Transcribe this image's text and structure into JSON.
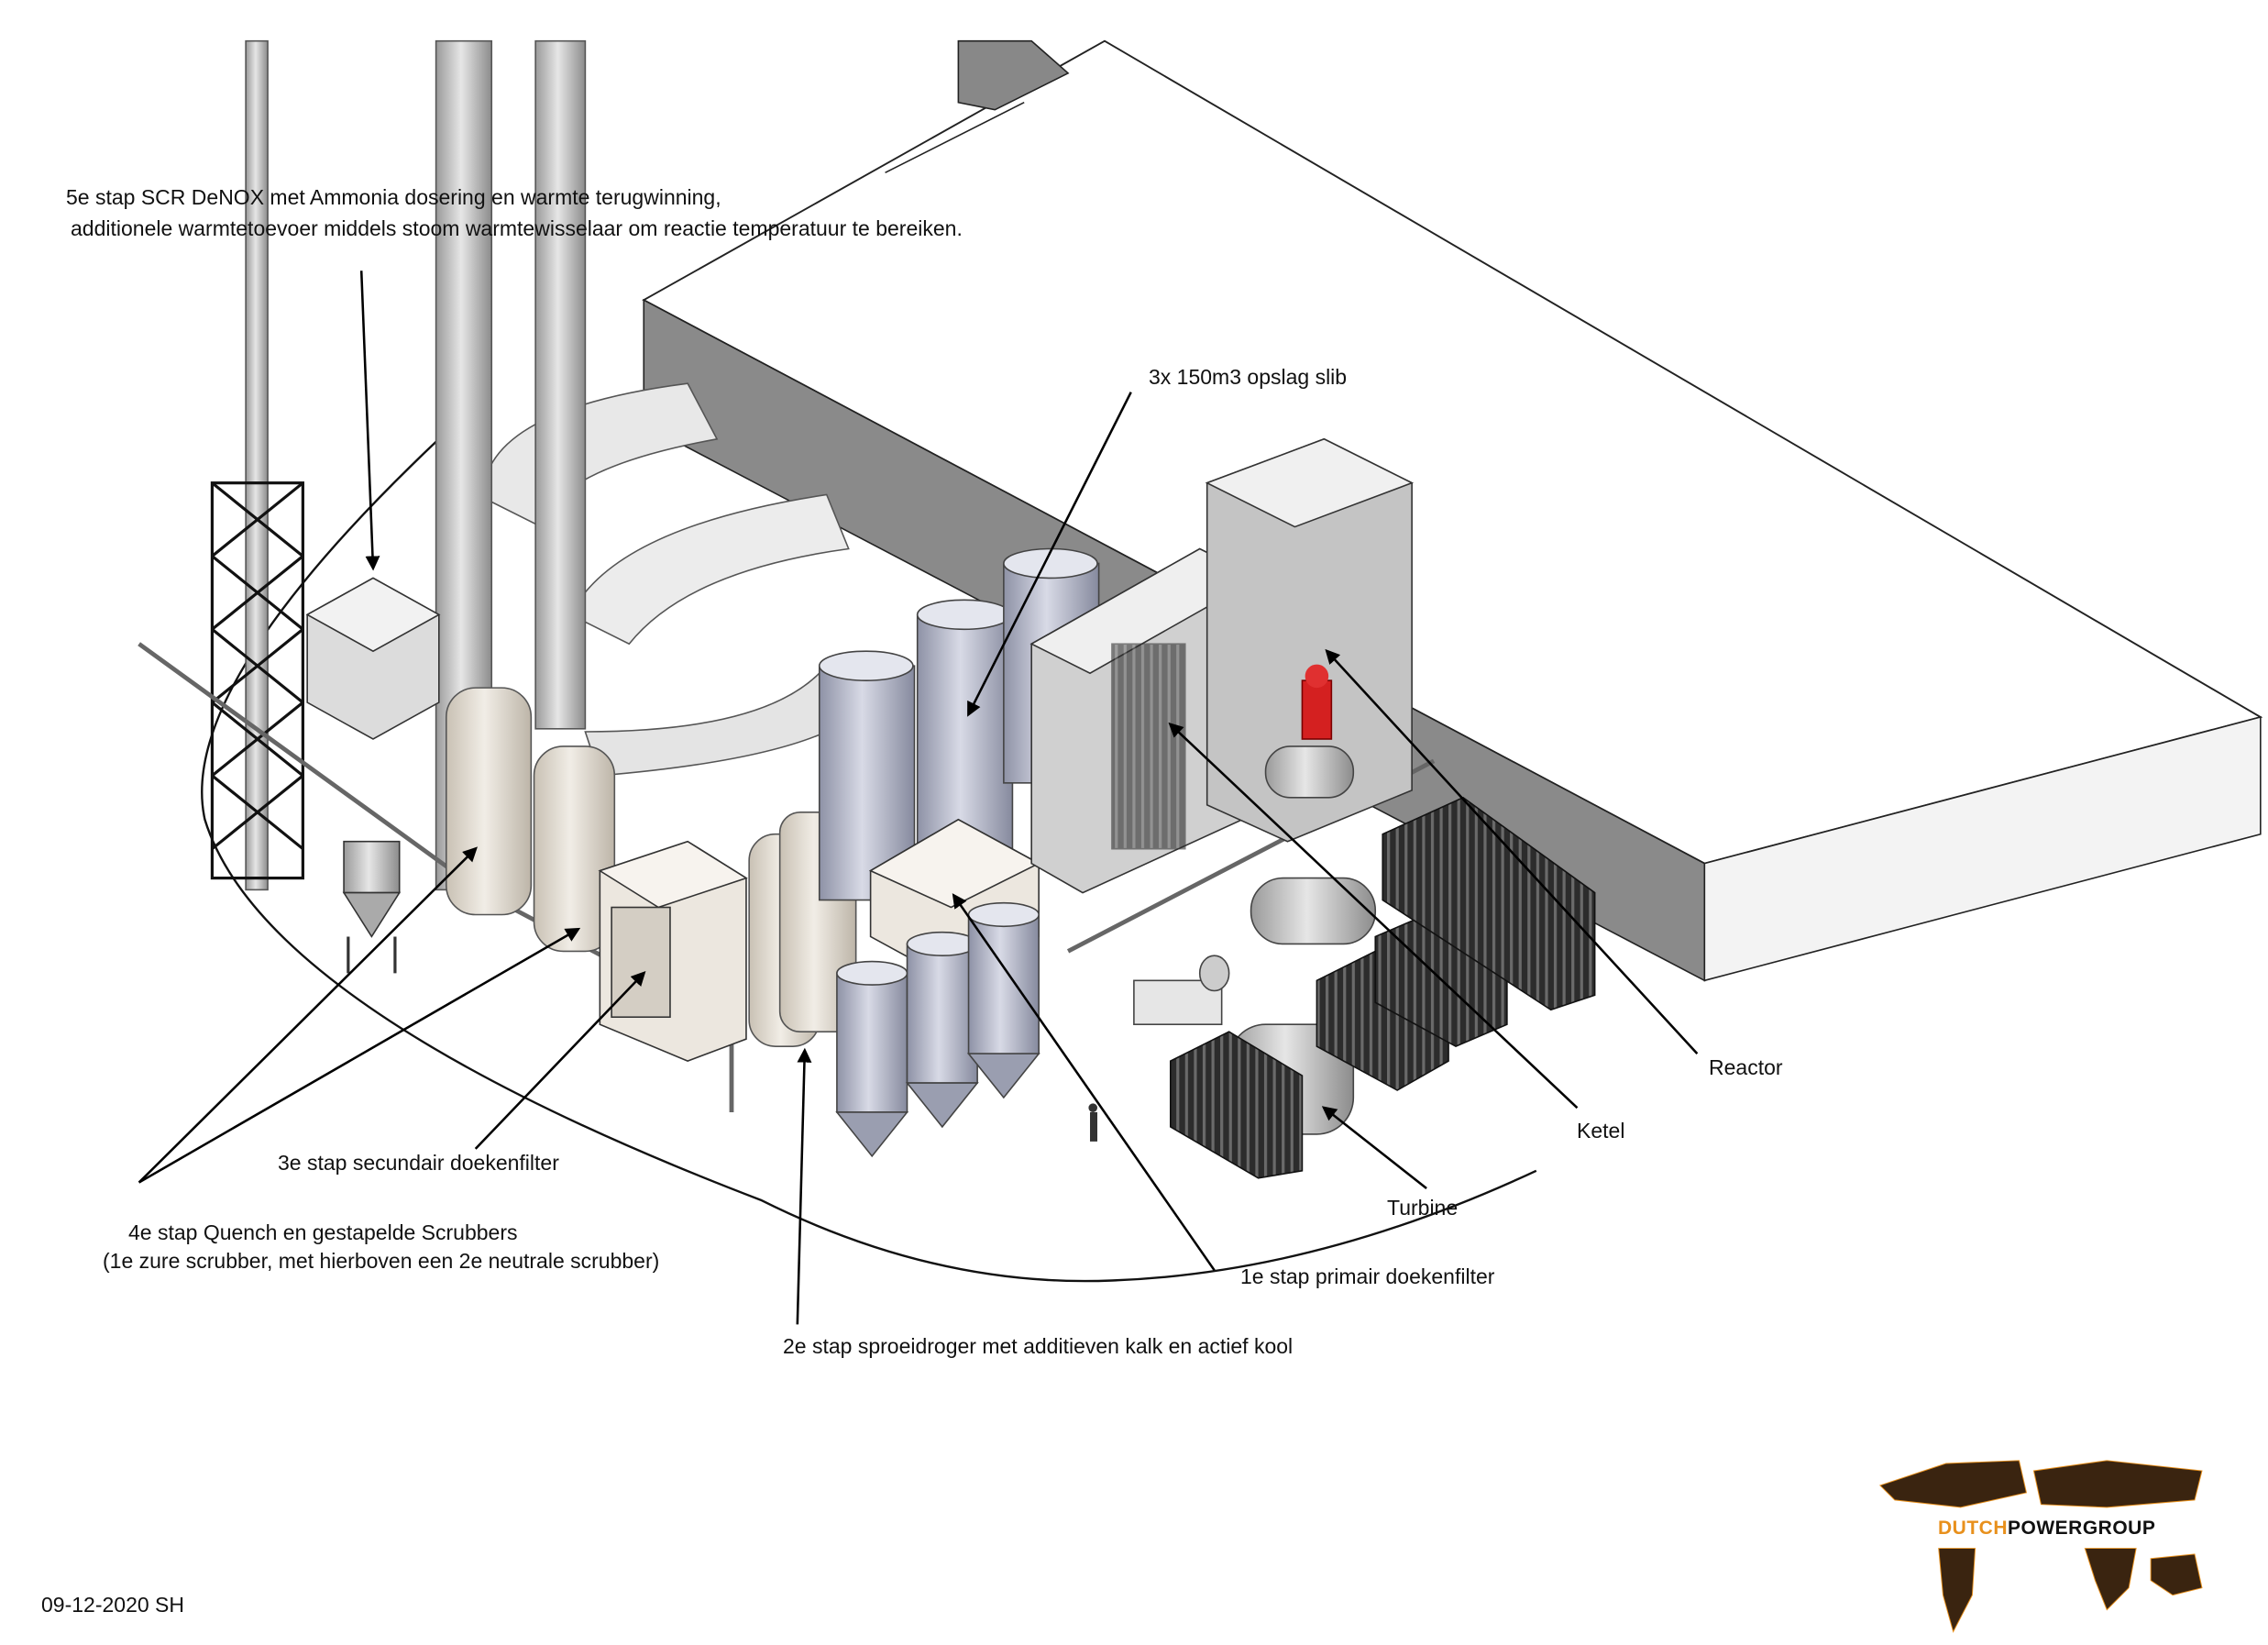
{
  "labels": {
    "step5_line1": "5e stap SCR DeNOX met Ammonia dosering en warmte terugwinning,",
    "step5_line2": "additionele warmtetoevoer middels stoom warmtewisselaar om reactie temperatuur te bereiken.",
    "storage": "3x  150m3 opslag slib",
    "reactor": "Reactor",
    "ketel": "Ketel",
    "turbine": "Turbine",
    "step1": "1e stap primair doekenfilter",
    "step2": "2e stap sproeidroger met additieven kalk en actief kool",
    "step3": "3e stap secundair doekenfilter",
    "step4_line1": "4e stap Quench en gestapelde Scrubbers",
    "step4_line2": "(1e zure scrubber, met hierboven een 2e neutrale scrubber)"
  },
  "footer": {
    "date_initials": "09-12-2020 SH"
  },
  "logo": {
    "part1": "DUTCH",
    "part2": "POWERGROUP"
  },
  "colors": {
    "logo_orange": "#e8901c",
    "building_side": "#8a8a8a",
    "silo": "#b9bccb",
    "container": "#3a3a3a",
    "reactor_red": "#d42020"
  }
}
